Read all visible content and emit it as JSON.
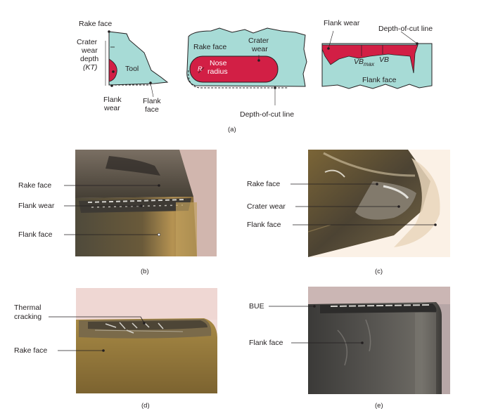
{
  "colors": {
    "tool_fill": "#a7dbd6",
    "wear_fill": "#d21f45",
    "outline": "#231f20",
    "photo_metal": "#5b4f36",
    "photo_gold": "#a8843c"
  },
  "panel_a": {
    "caption": "(a)",
    "left": {
      "rake_face": "Rake face",
      "crater_1": "Crater",
      "crater_2": "wear",
      "crater_3": "depth",
      "crater_4": "(KT)",
      "tool": "Tool",
      "flank_wear_1": "Flank",
      "flank_wear_2": "wear",
      "flank_face_1": "Flank",
      "flank_face_2": "face"
    },
    "middle": {
      "rake_face": "Rake face",
      "crater_wear_1": "Crater",
      "crater_wear_2": "wear",
      "nose_1": "Nose",
      "nose_2": "radius",
      "r_symbol": "R",
      "depth_line": "Depth-of-cut line"
    },
    "right": {
      "flank_wear": "Flank wear",
      "depth_line": "Depth-of-cut line",
      "vb_max": "VB",
      "vb_max_sub": "max",
      "vb": "VB",
      "flank_face": "Flank face"
    }
  },
  "panel_b": {
    "caption": "(b)",
    "labels": [
      "Rake face",
      "Flank wear",
      "Flank face"
    ]
  },
  "panel_c": {
    "caption": "(c)",
    "labels": [
      "Rake face",
      "Crater wear",
      "Flank face"
    ]
  },
  "panel_d": {
    "caption": "(d)",
    "labels": [
      "Thermal",
      "cracking",
      "Rake face"
    ]
  },
  "panel_e": {
    "caption": "(e)",
    "labels": [
      "BUE",
      "Flank face"
    ]
  }
}
